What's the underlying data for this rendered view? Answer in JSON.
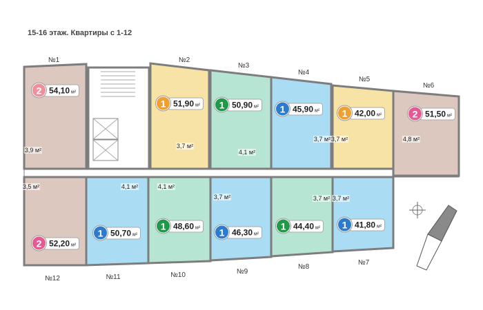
{
  "title": "15-16 этаж. Квартиры с 1-12",
  "unit": "м²",
  "colors": {
    "rooms_1_orange": "#f0a030",
    "rooms_1_green": "#1f9a48",
    "rooms_1_blue": "#2b7bd0",
    "rooms_2": "#e55a92",
    "rooms_2_light": "#ee8f9c",
    "yellow": "#f8e3a6",
    "green": "#b6e6d3",
    "blue": "#aadcf4",
    "brown": "#dcc8bf",
    "wall": "#7d7d7d"
  },
  "apartments": [
    {
      "number": "№1",
      "rooms": "2",
      "area": "54,10",
      "storage": "3,9"
    },
    {
      "number": "№2",
      "rooms": "1",
      "area": "51,90",
      "storage": "3,7"
    },
    {
      "number": "№3",
      "rooms": "1",
      "area": "50,90",
      "storage": "4,1"
    },
    {
      "number": "№4",
      "rooms": "1",
      "area": "45,90",
      "storage": "3,7"
    },
    {
      "number": "№5",
      "rooms": "1",
      "area": "42,00",
      "storage": "3,7"
    },
    {
      "number": "№6",
      "rooms": "2",
      "area": "51,50",
      "storage": "4,8"
    },
    {
      "number": "№7",
      "rooms": "1",
      "area": "41,80",
      "storage": "3,7"
    },
    {
      "number": "№8",
      "rooms": "1",
      "area": "44,40",
      "storage": "3,7"
    },
    {
      "number": "№9",
      "rooms": "1",
      "area": "46,30",
      "storage": "3,7"
    },
    {
      "number": "№10",
      "rooms": "1",
      "area": "48,60",
      "storage": "4,1"
    },
    {
      "number": "№11",
      "rooms": "1",
      "area": "50,70",
      "storage": "4,1"
    },
    {
      "number": "№12",
      "rooms": "2",
      "area": "52,20",
      "storage": "3,5"
    }
  ]
}
